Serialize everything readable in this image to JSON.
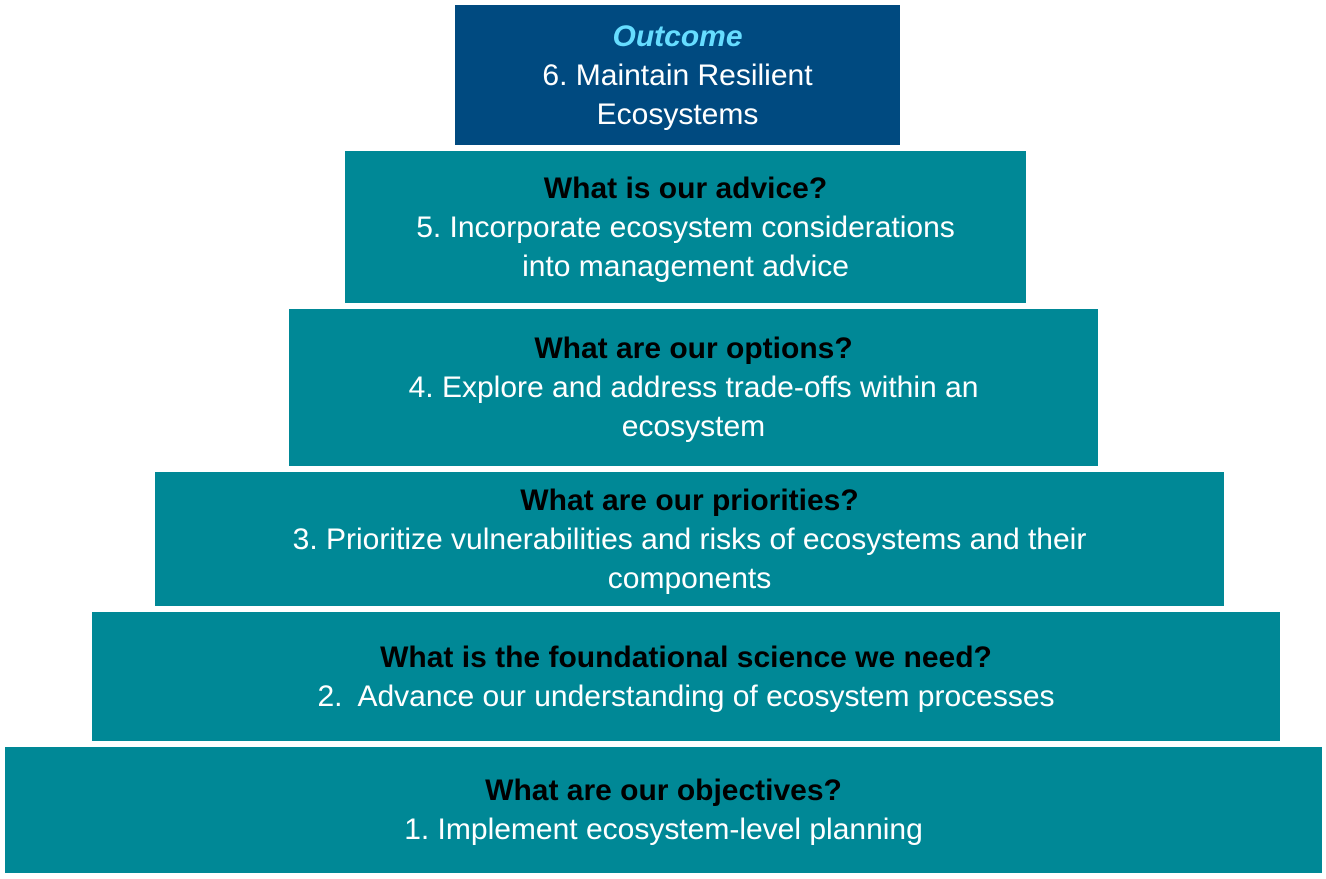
{
  "colors": {
    "outcome_fill": "#004A80",
    "tier_fill": "#008896",
    "outcome_label": "#66DDFF",
    "question_text": "#000000",
    "description_text": "#FFFFFF"
  },
  "pyramid": {
    "outcome": {
      "label": "Outcome",
      "line1": "6. Maintain Resilient",
      "line2": "Ecosystems"
    },
    "tier5": {
      "question": "What is our advice?",
      "line1": "5. Incorporate ecosystem considerations",
      "line2": "into management advice"
    },
    "tier4": {
      "question": "What are our options?",
      "line1": "4. Explore and address trade-offs within an",
      "line2": "ecosystem"
    },
    "tier3": {
      "question": "What are our priorities?",
      "line1": "3. Prioritize vulnerabilities and risks of ecosystems and their",
      "line2": "components"
    },
    "tier2": {
      "question": "What is the foundational science we need?",
      "line1": "2.  Advance our understanding of ecosystem processes"
    },
    "tier1": {
      "question": "What are our objectives?",
      "line1": "1. Implement ecosystem-level planning"
    }
  }
}
